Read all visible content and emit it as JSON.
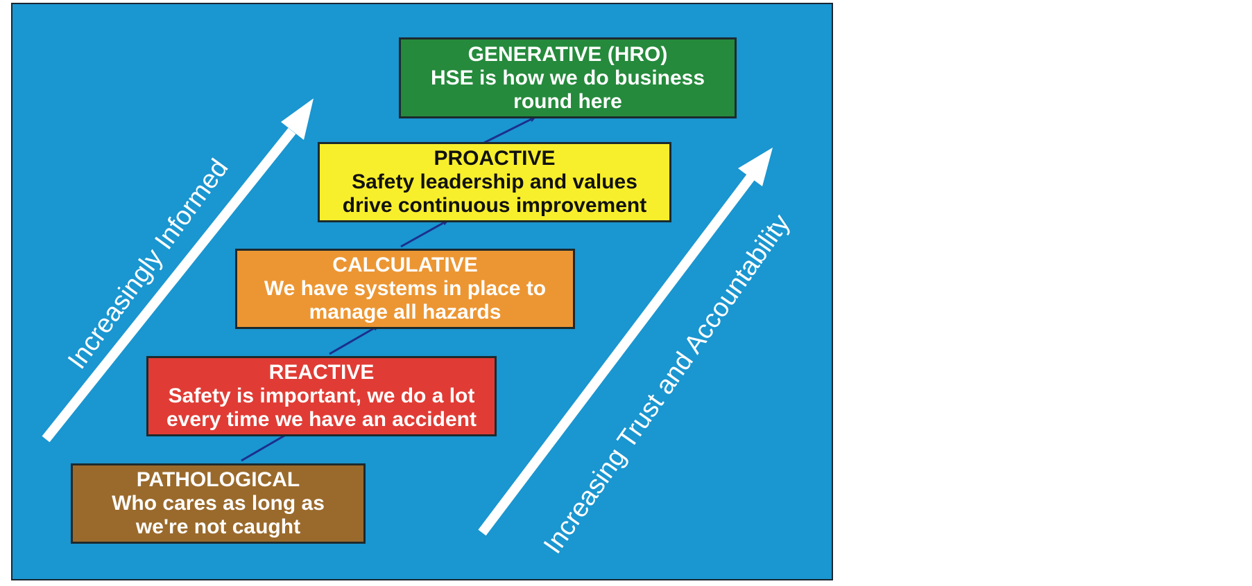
{
  "colors": {
    "background": "#1a96d0",
    "arrow": "#ffffff",
    "connector": "#1c2f8c"
  },
  "stages": [
    {
      "name": "PATHOLOGICAL",
      "lines": [
        "Who cares as long as",
        "we're not caught"
      ],
      "fill": "#9a6a2c",
      "text_color": "#ffffff"
    },
    {
      "name": "REACTIVE",
      "lines": [
        "Safety is important, we do a lot",
        "every time we have an accident"
      ],
      "fill": "#e03c35",
      "text_color": "#ffffff"
    },
    {
      "name": "CALCULATIVE",
      "lines": [
        "We have systems in place to",
        "manage all hazards"
      ],
      "fill": "#ec9633",
      "text_color": "#ffffff"
    },
    {
      "name": "PROACTIVE",
      "lines": [
        "Safety leadership and values",
        "drive continuous improvement"
      ],
      "fill": "#f8ef2c",
      "text_color": "#111111"
    },
    {
      "name": "GENERATIVE (HRO)",
      "lines": [
        "HSE is how we do business",
        "round here"
      ],
      "fill": "#258a3c",
      "text_color": "#ffffff"
    }
  ],
  "axis_labels": {
    "left": "Increasingly Informed",
    "right": "Increasing Trust and Accountability"
  }
}
